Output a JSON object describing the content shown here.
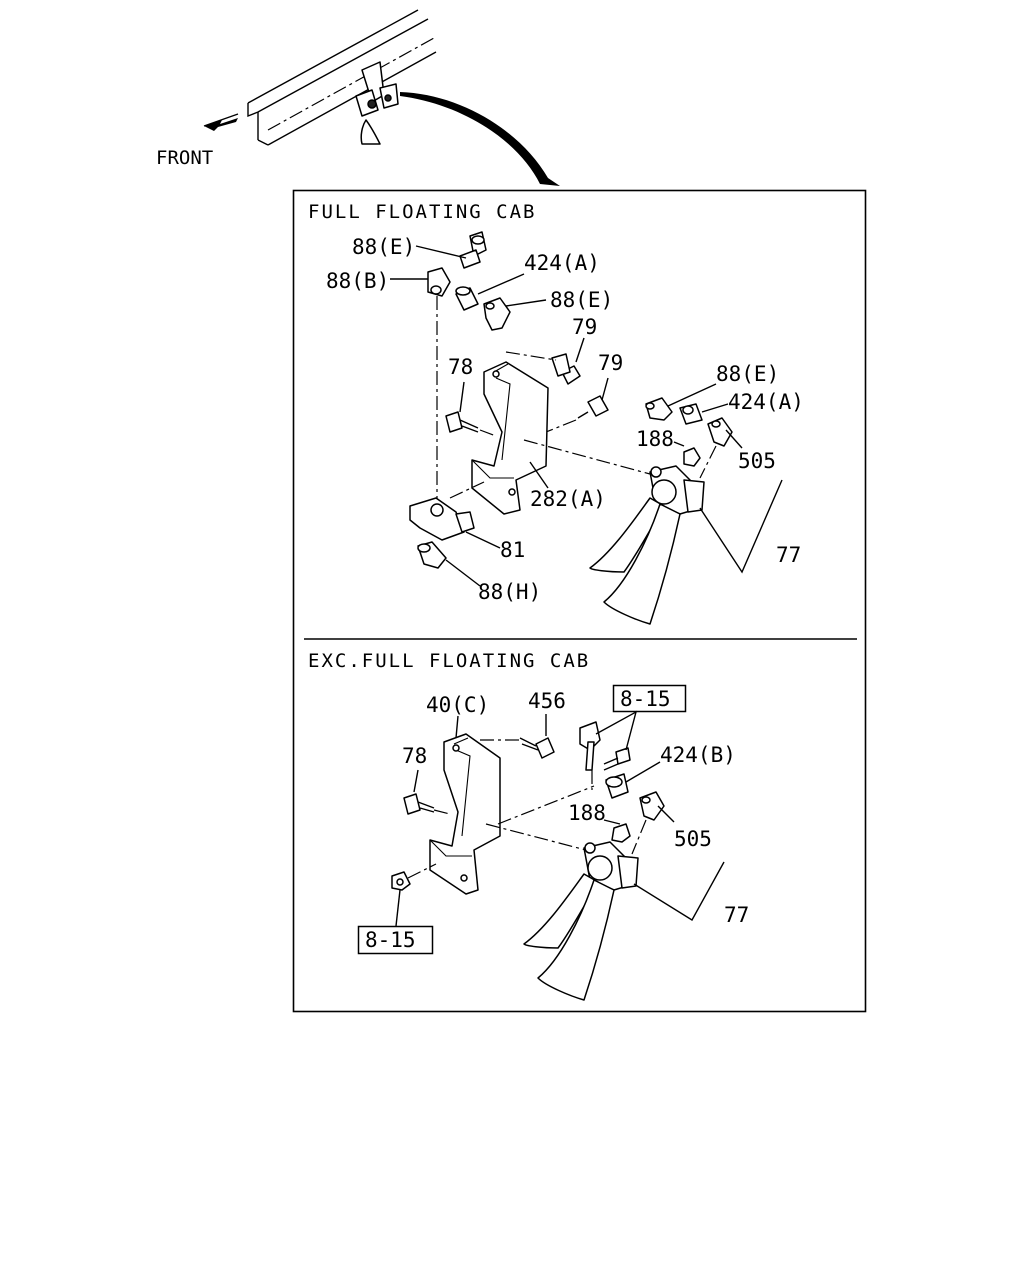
{
  "overview": {
    "front_label": "FRONT"
  },
  "panels": {
    "top": {
      "title": "FULL FLOATING CAB",
      "labels": {
        "p88e_a": "88(E)",
        "p88b": "88(B)",
        "p424a_a": "424(A)",
        "p88e_b": "88(E)",
        "p79_a": "79",
        "p79_b": "79",
        "p78": "78",
        "p88e_c": "88(E)",
        "p424a_b": "424(A)",
        "p188": "188",
        "p505": "505",
        "p282a": "282(A)",
        "p81": "81",
        "p77": "77",
        "p88h": "88(H)"
      }
    },
    "bottom": {
      "title": "EXC.FULL FLOATING CAB",
      "labels": {
        "p40c": "40(C)",
        "p456": "456",
        "ref815_a": "8-15",
        "p78": "78",
        "p424b": "424(B)",
        "p188": "188",
        "p505": "505",
        "p77": "77",
        "ref815_b": "8-15"
      }
    }
  }
}
